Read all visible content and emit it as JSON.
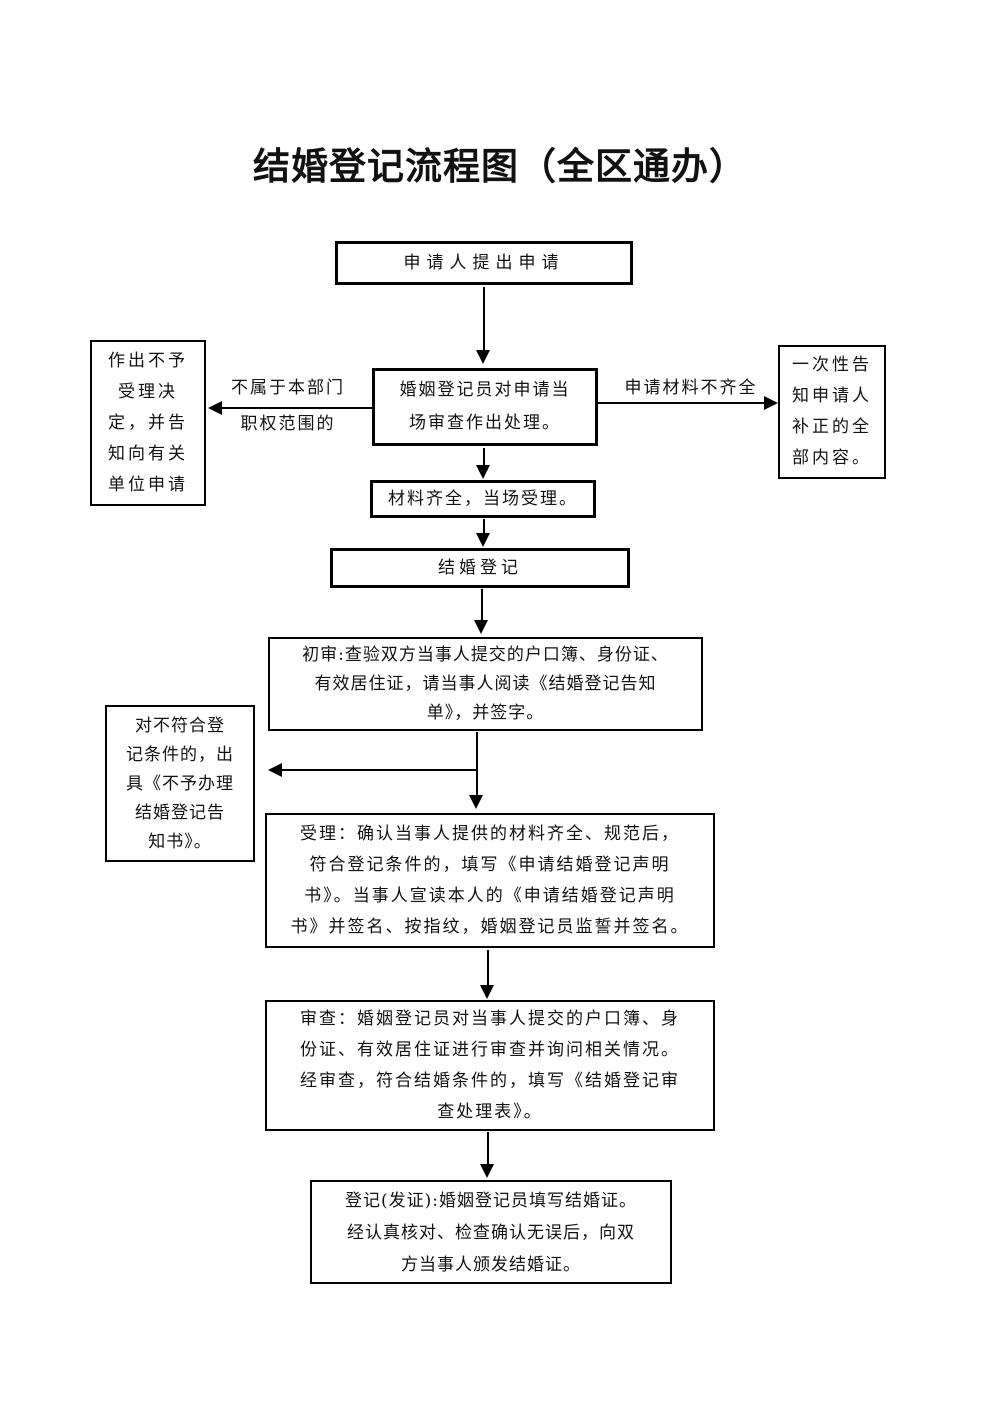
{
  "page": {
    "title": "结婚登记流程图（全区通办）"
  },
  "colors": {
    "line": "#000000",
    "background": "#ffffff",
    "text": "#111111"
  },
  "nodes": {
    "apply": {
      "text": "申请人提出申请"
    },
    "review": {
      "lines": [
        "婚姻登记员对申请当",
        "场审查作出处理。"
      ]
    },
    "reject": {
      "lines": [
        "作出不予",
        "受理决",
        "定，并告",
        "知向有关",
        "单位申请"
      ]
    },
    "notify": {
      "lines": [
        "一次性告",
        "知申请人",
        "补正的全",
        "部内容。"
      ]
    },
    "branch_left_label": {
      "lines": [
        "不属于本部门",
        "职权范围的"
      ]
    },
    "branch_right_label": {
      "text": "申请材料不齐全"
    },
    "accept": {
      "text": "材料齐全，当场受理。"
    },
    "register": {
      "text": "结婚登记"
    },
    "first_check": {
      "lines": [
        "初审:查验双方当事人提交的户口簿、身份证、",
        "有效居住证，请当事人阅读《结婚登记告知",
        "单》，并签字。"
      ]
    },
    "not_qualified": {
      "lines": [
        "对不符合登",
        "记条件的，出",
        "具《不予办理",
        "结婚登记告",
        "知书》。"
      ]
    },
    "acceptance": {
      "lines": [
        "受理：确认当事人提供的材料齐全、规范后，",
        "符合登记条件的，填写《申请结婚登记声明",
        "书》。当事人宣读本人的《申请结婚登记声明",
        "书》并签名、按指纹，婚姻登记员监誓并签名。"
      ]
    },
    "examination": {
      "lines": [
        "审查：婚姻登记员对当事人提交的户口簿、身",
        "份证、有效居住证进行审查并询问相关情况。",
        "经审查，符合结婚条件的，填写《结婚登记审",
        "查处理表》。"
      ]
    },
    "issue": {
      "lines": [
        "登记(发证):婚姻登记员填写结婚证。",
        "经认真核对、检查确认无误后，向双",
        "方当事人颁发结婚证。"
      ]
    }
  }
}
